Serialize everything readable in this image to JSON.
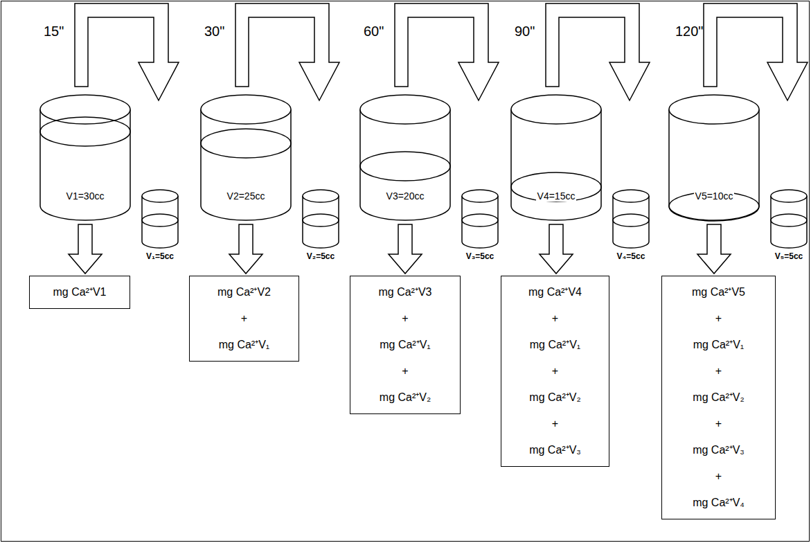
{
  "diagram": {
    "nodes": [
      {
        "text": [
          "V1=30cc"
        ]
      },
      {
        "text": [
          "V₁=5cc"
        ]
      },
      {
        "text": [
          "mg Ca²⁺V1"
        ]
      },
      {
        "text": [
          "V2=25cc"
        ]
      },
      {
        "text": [
          "V₂=5cc"
        ]
      },
      {
        "text": [
          "mg Ca²⁺V2",
          "+",
          "mg Ca²⁺V₁"
        ]
      },
      {
        "text": [
          "V3=20cc"
        ]
      },
      {
        "text": [
          "V₃=5cc"
        ]
      },
      {
        "text": [
          "mg Ca²⁺V3",
          "+",
          "mg Ca²⁺V₁",
          "+",
          "mg Ca²⁺V₂"
        ]
      },
      {
        "text": [
          "V4=15cc"
        ]
      },
      {
        "text": [
          "V₄=5cc"
        ]
      },
      {
        "text": [
          "mg Ca²⁺V4",
          "+",
          "mg Ca²⁺V₁",
          "+",
          "mg Ca²⁺V₂",
          "+",
          "mg Ca²⁺V₃"
        ]
      },
      {
        "text": [
          "V5=10cc"
        ]
      },
      {
        "text": [
          "V₅=5cc"
        ]
      },
      {
        "text": [
          "mg Ca²⁺V5",
          "+",
          "mg Ca²⁺V₁",
          "+",
          "mg Ca²⁺V₂",
          "+",
          "mg Ca²⁺V₃",
          "+",
          "mg Ca²⁺V₄"
        ]
      }
    ],
    "edges": [
      {
        "from": 0,
        "to": 2,
        "arrow": "to"
      },
      {
        "from": 3,
        "to": 5,
        "arrow": "to"
      },
      {
        "from": 6,
        "to": 8,
        "arrow": "to"
      },
      {
        "from": 9,
        "to": 11,
        "arrow": "to"
      },
      {
        "from": 12,
        "to": 14,
        "arrow": "to"
      }
    ],
    "labels": [
      "15\"",
      "30\"",
      "60\"",
      "90\"",
      "120\""
    ]
  }
}
